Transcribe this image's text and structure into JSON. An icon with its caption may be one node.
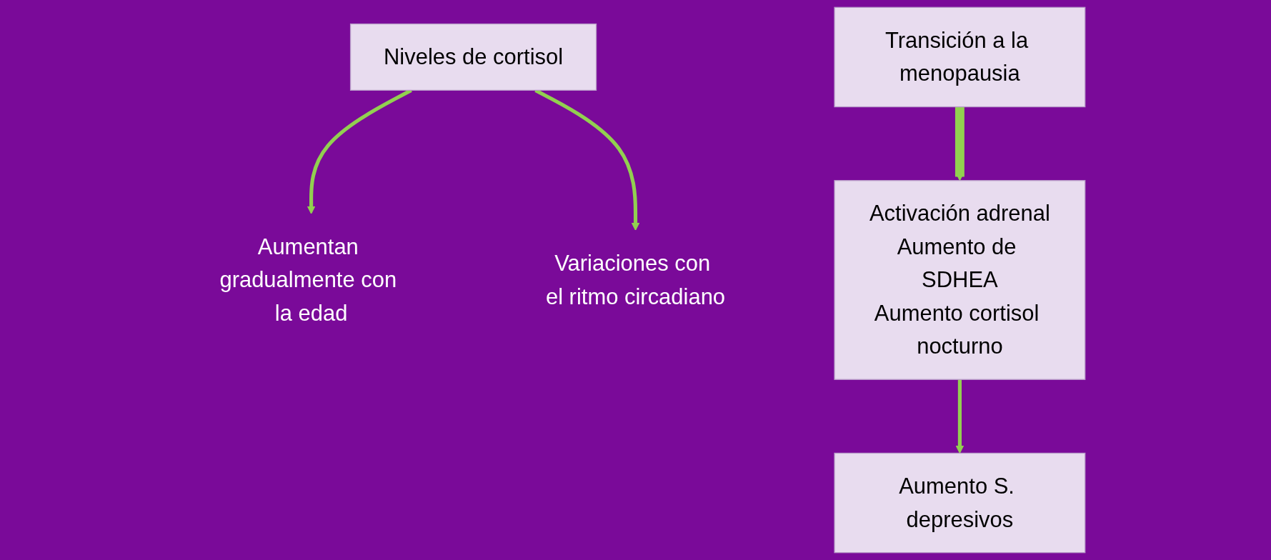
{
  "diagram": {
    "nodes": [
      {
        "text": [
          "Niveles de cortisol"
        ]
      },
      {
        "text": [
          "Aumentan gradualmente con la edad"
        ]
      },
      {
        "text": [
          "Variaciones con el ritmo circadiano"
        ]
      },
      {
        "text": [
          "Transición a la menopausia"
        ]
      },
      {
        "text": [
          "Activación adrenal",
          "Aumento de SDHEA",
          "Aumento cortisol nocturno"
        ]
      },
      {
        "text": [
          "Aumento S. depresivos"
        ]
      }
    ],
    "edges": [
      {
        "from": 0,
        "to": 1,
        "arrow": "to"
      },
      {
        "from": 0,
        "to": 2,
        "arrow": "to"
      },
      {
        "from": 3,
        "to": 4,
        "arrow": "to",
        "style": "thick"
      },
      {
        "from": 4,
        "to": 5,
        "arrow": "to"
      }
    ]
  }
}
